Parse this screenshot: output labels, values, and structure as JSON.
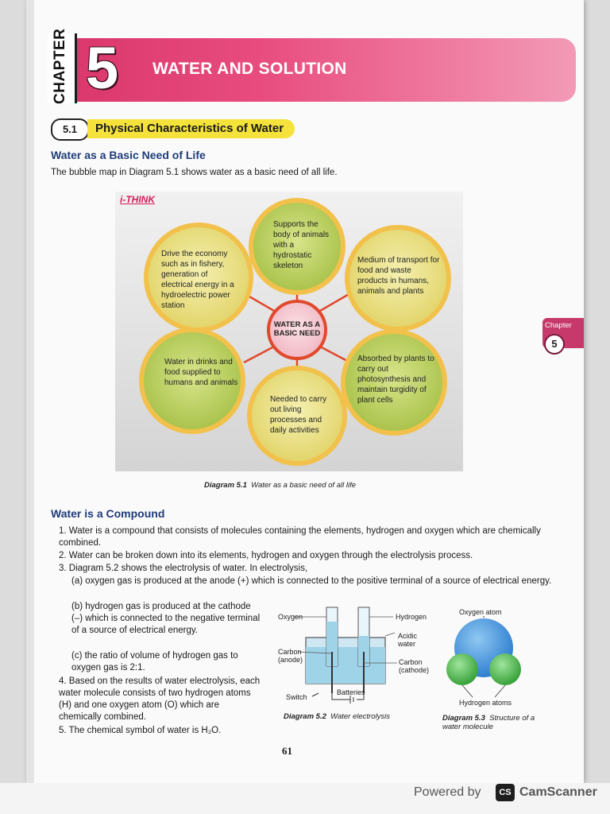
{
  "chapter": {
    "vertical_label": "CHAPTER",
    "number": "5",
    "title": "WATER AND SOLUTION"
  },
  "section": {
    "number": "5.1",
    "title": "Physical Characteristics of Water"
  },
  "subsection_1": {
    "heading": "Water as a Basic Need of Life",
    "intro": "The bubble map in Diagram 5.1 shows water as a basic need of all life."
  },
  "bubble_map": {
    "label": "i-THINK",
    "center": "WATER AS A BASIC NEED",
    "bubbles": [
      "Supports the body of animals with a hydrostatic skeleton",
      "Medium of transport for food and waste products in humans, animals and plants",
      "Absorbed by plants to carry out photosynthesis and maintain turgidity of plant cells",
      "Needed to carry out living processes and daily activities",
      "Water in drinks and food supplied to humans and animals",
      "Drive the economy such as in fishery, generation of electrical energy in a hydroelectric power station"
    ],
    "caption_label": "Diagram 5.1",
    "caption_text": "Water as a basic need of all life"
  },
  "side_tab": {
    "label": "Chapter",
    "number": "5"
  },
  "subsection_2": {
    "heading": "Water is a Compound",
    "items": [
      "1. Water is a compound that consists of molecules containing the elements, hydrogen and oxygen which are chemically combined.",
      "2. Water can be broken down into its elements, hydrogen and oxygen through the electrolysis process.",
      "3. Diagram 5.2 shows the electrolysis of water. In electrolysis,",
      "(a) oxygen gas is produced at the anode (+) which is connected to the positive terminal of a source of electrical energy.",
      "(b) hydrogen gas is produced at the cathode (–) which is connected to the negative terminal of a source of electrical energy.",
      "(c) the ratio of volume of hydrogen gas to oxygen gas is 2:1.",
      "4. Based on the results of water electrolysis, each water molecule consists of two hydrogen atoms (H) and one oxygen atom (O) which are chemically combined.",
      "5. The chemical symbol of water is H₂O."
    ]
  },
  "electrolysis_diagram": {
    "labels": {
      "oxygen": "Oxygen",
      "hydrogen": "Hydrogen",
      "acidic_water": "Acidic water",
      "carbon_anode": "Carbon (anode)",
      "carbon_cathode": "Carbon (cathode)",
      "switch": "Switch",
      "batteries": "Batteries"
    },
    "caption_label": "Diagram 5.2",
    "caption_text": "Water electrolysis"
  },
  "molecule_diagram": {
    "oxygen_label": "Oxygen atom",
    "hydrogen_label": "Hydrogen atoms",
    "caption_label": "Diagram 5.3",
    "caption_text": "Structure of a water molecule"
  },
  "page_number": "61",
  "footer": {
    "powered": "Powered by",
    "logo": "CS",
    "brand": "CamScanner"
  }
}
